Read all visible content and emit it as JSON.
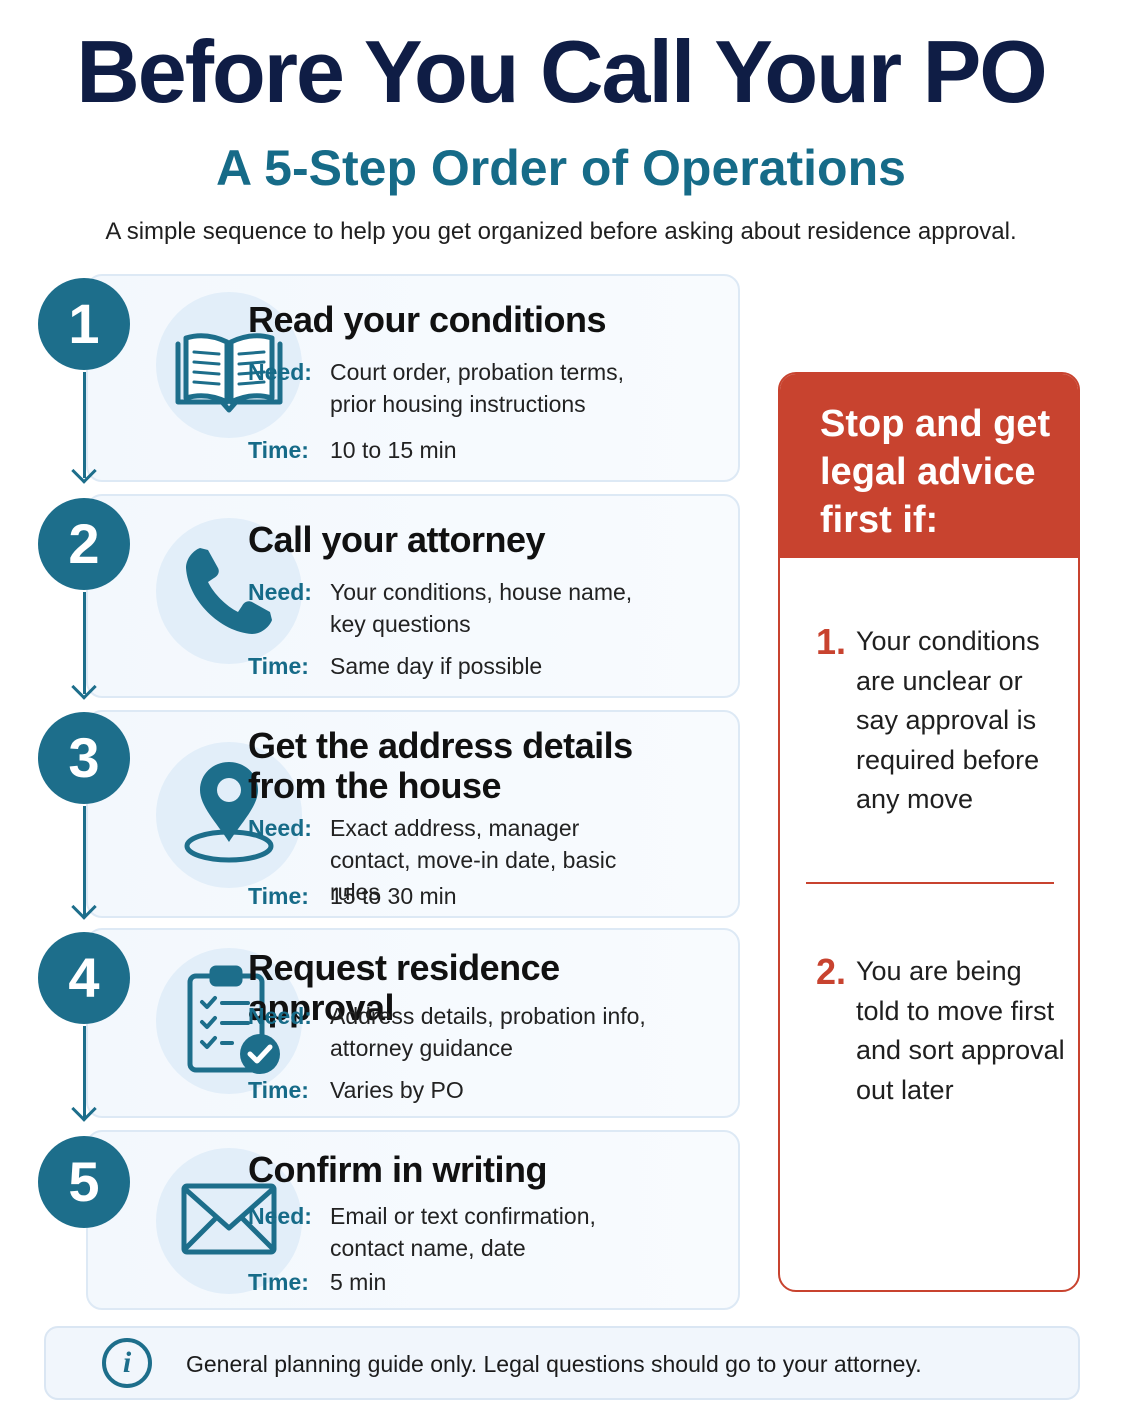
{
  "header": {
    "title": "Before You Call Your PO",
    "subtitle": "A 5-Step Order of Operations",
    "intro": "A simple sequence to help you get organized before asking about residence approval."
  },
  "labels": {
    "need": "Need:",
    "time": "Time:"
  },
  "steps": [
    {
      "number": "1",
      "title": "Read your conditions",
      "need": "Court order, probation terms, prior housing instructions",
      "time": "10 to 15 min",
      "icon": "open-book-icon"
    },
    {
      "number": "2",
      "title": "Call your attorney",
      "need": "Your conditions, house name, key questions",
      "time": "Same day if possible",
      "icon": "phone-icon"
    },
    {
      "number": "3",
      "title": "Get the address details from the house",
      "need": "Exact address, manager contact, move-in date, basic rules",
      "time": "15 to 30 min",
      "icon": "map-pin-icon"
    },
    {
      "number": "4",
      "title": "Request residence approval",
      "need": "Address details, probation info, attorney guidance",
      "time": "Varies by PO",
      "icon": "clipboard-checklist-icon"
    },
    {
      "number": "5",
      "title": "Confirm in writing",
      "need": "Email or text confirmation, contact name, date",
      "time": "5 min",
      "icon": "envelope-icon"
    }
  ],
  "warning": {
    "title": "Stop and get legal advice first if:",
    "items": [
      {
        "number": "1.",
        "text": "Your conditions are unclear or say approval is required before any move"
      },
      {
        "number": "2.",
        "text": "You are being told to move first and sort approval out later"
      }
    ]
  },
  "footer": {
    "icon": "info-icon",
    "icon_glyph": "i",
    "text": "General planning guide only. Legal questions should go to your attorney."
  },
  "colors": {
    "navy": "#0f1d45",
    "teal": "#166b88",
    "step_circle": "#1d6e8b",
    "warning_red": "#c8432f",
    "card_bg": "#f3f8fd"
  }
}
